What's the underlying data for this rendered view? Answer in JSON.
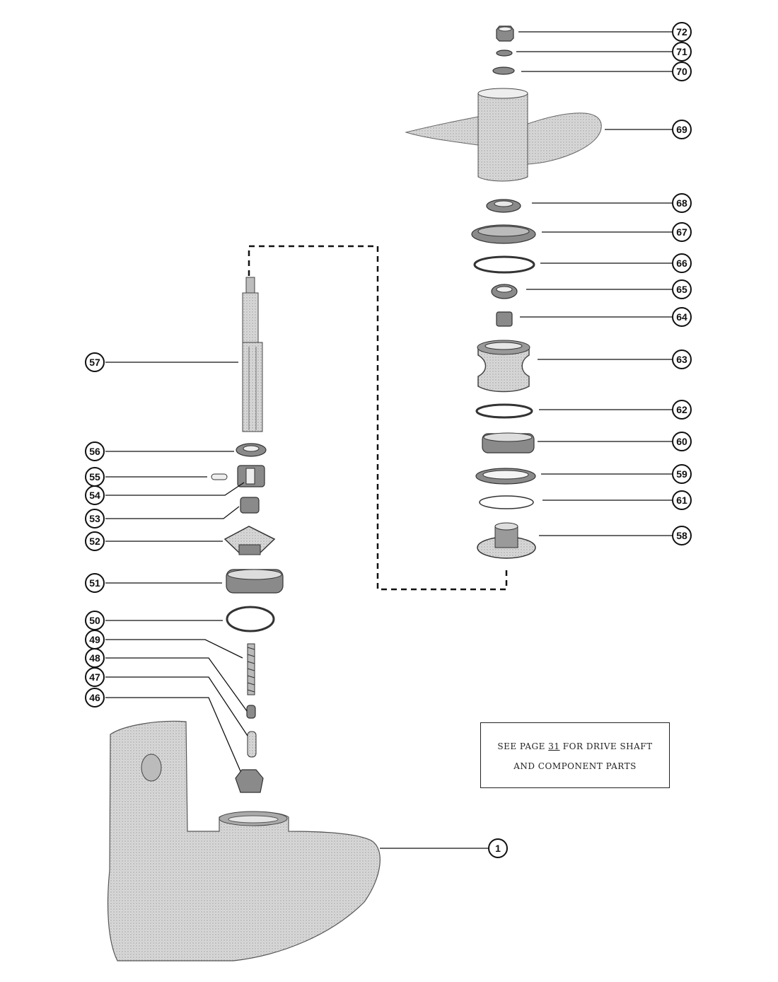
{
  "note": {
    "line1_prefix": "SEE PAGE ",
    "line1_page": "31",
    "line1_suffix": " FOR DRIVE SHAFT",
    "line2": "AND COMPONENT PARTS"
  },
  "callouts": {
    "c72": "72",
    "c71": "71",
    "c70": "70",
    "c69": "69",
    "c68": "68",
    "c67": "67",
    "c66": "66",
    "c65": "65",
    "c64": "64",
    "c63": "63",
    "c62": "62",
    "c60": "60",
    "c59": "59",
    "c61": "61",
    "c58": "58",
    "c57": "57",
    "c56": "56",
    "c55": "55",
    "c54": "54",
    "c53": "53",
    "c52": "52",
    "c51": "51",
    "c50": "50",
    "c49": "49",
    "c48": "48",
    "c47": "47",
    "c46": "46",
    "c1": "1"
  }
}
